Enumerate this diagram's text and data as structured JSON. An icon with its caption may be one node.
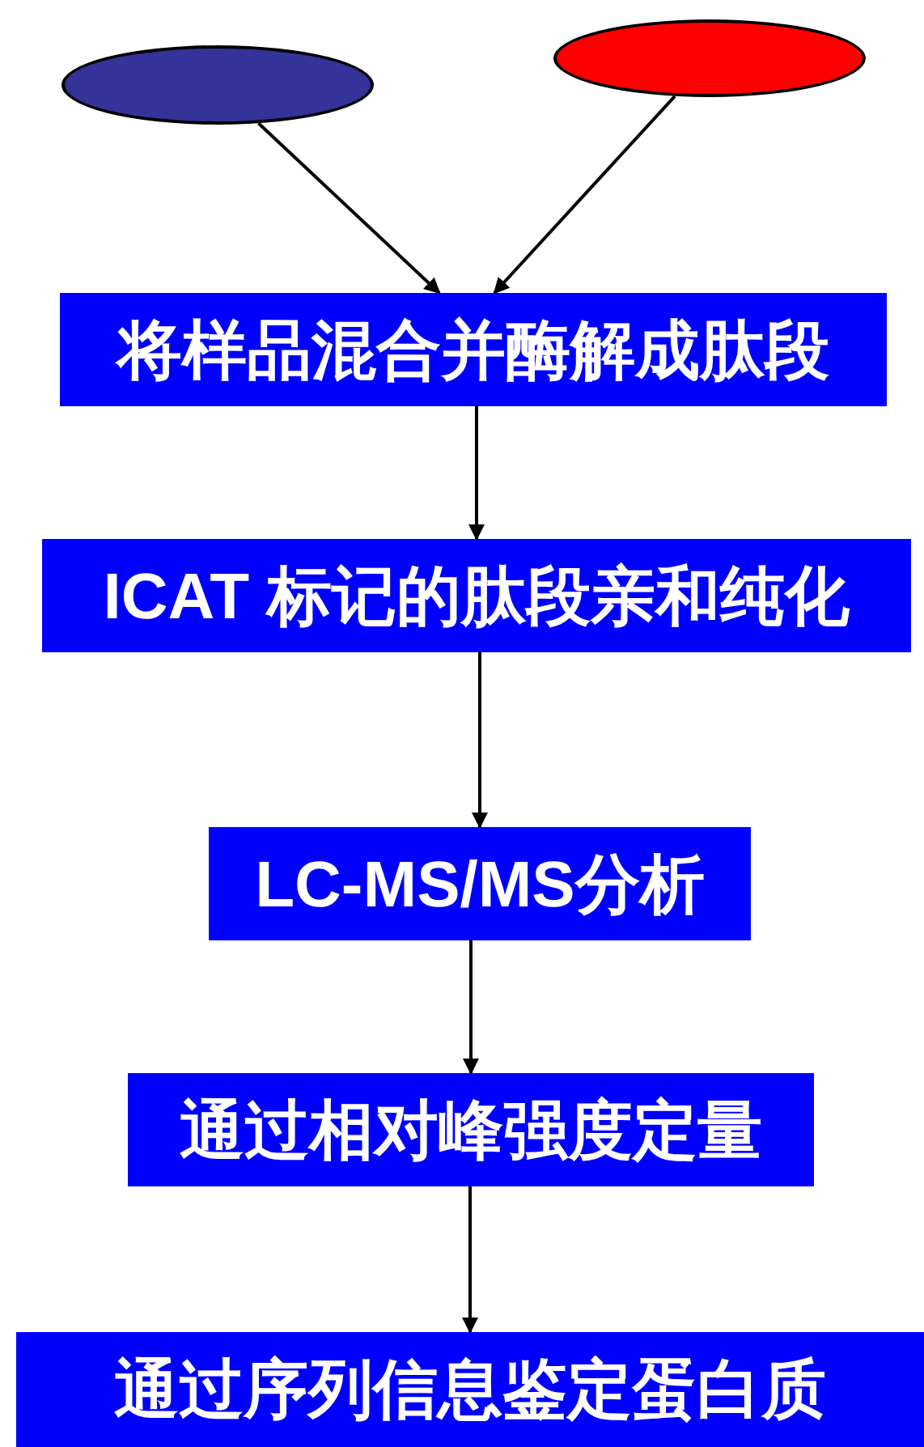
{
  "diagram": {
    "nodes": [
      {
        "text": [],
        "shape": "ellipse"
      },
      {
        "text": [],
        "shape": "ellipse"
      },
      {
        "text": [
          "将样品混合并酶解成肽段"
        ]
      },
      {
        "text": [
          "ICAT 标记的肽段亲和纯化"
        ]
      },
      {
        "text": [
          "LC-MS/MS分析"
        ]
      },
      {
        "text": [
          "通过相对峰强度定量"
        ]
      },
      {
        "text": [
          "通过序列信息鉴定蛋白质"
        ]
      }
    ],
    "edges": [
      {
        "from": 0,
        "to": 2,
        "arrow": "to"
      },
      {
        "from": 1,
        "to": 2,
        "arrow": "to"
      },
      {
        "from": 2,
        "to": 3,
        "arrow": "to"
      },
      {
        "from": 3,
        "to": 4,
        "arrow": "to"
      },
      {
        "from": 4,
        "to": 5,
        "arrow": "to"
      },
      {
        "from": 5,
        "to": 6,
        "arrow": "to"
      }
    ]
  }
}
